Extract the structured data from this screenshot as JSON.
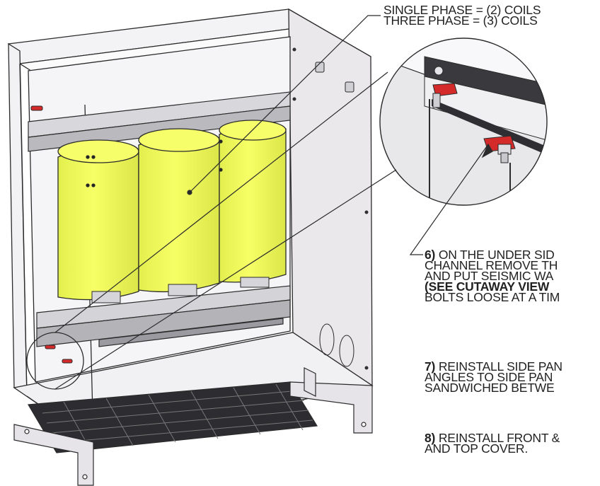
{
  "coil_note": {
    "line1": "SINGLE PHASE = (2) COILS",
    "line2": "THREE PHASE = (3) COILS"
  },
  "steps": [
    {
      "number": "6)",
      "lines": [
        "ON THE UNDER SID",
        "CHANNEL REMOVE TH",
        "AND PUT SEISMIC WA"
      ],
      "bold_line": "(SEE CUTAWAY VIEW",
      "tail_line": "BOLTS LOOSE AT A TIM"
    },
    {
      "number": "7)",
      "lines": [
        "REINSTALL SIDE PAN",
        "ANGLES TO SIDE PAN",
        "SANDWICHED BETWE"
      ]
    },
    {
      "number": "8)",
      "lines": [
        "REINSTALL FRONT &",
        "AND TOP COVER."
      ]
    }
  ],
  "colors": {
    "coil": "#f2ff5a",
    "coil_shade": "#d7e34a",
    "panel": "#ece9ee",
    "line": "#2b2b2b",
    "washer": "#d42a2a"
  }
}
